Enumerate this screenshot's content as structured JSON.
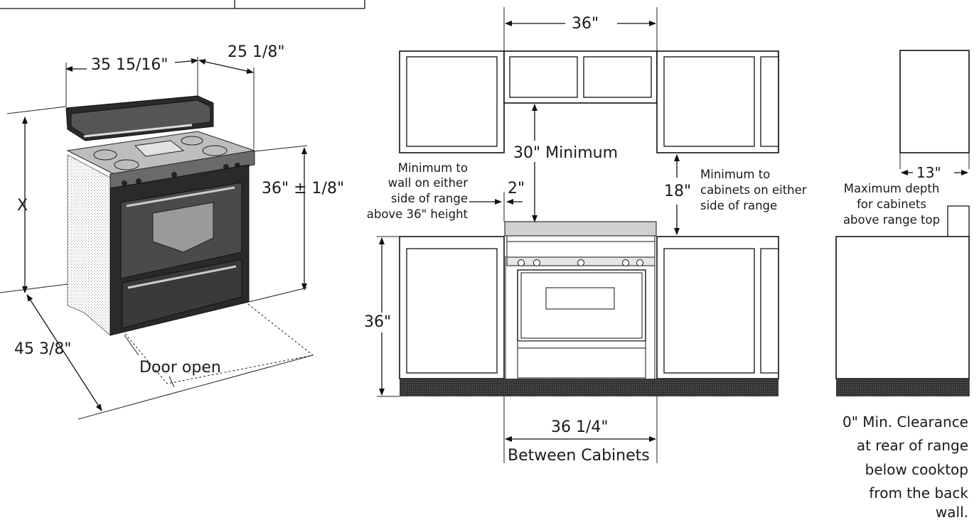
{
  "left_range": {
    "width_label": "35 15/16\"",
    "depth_label": "25 1/8\"",
    "height_label": "X",
    "counter_height_label": "36\" ± 1/8\"",
    "door_depth_label": "45 3/8\"",
    "door_open_label": "Door open"
  },
  "front_view": {
    "top_width_label": "36\"",
    "min_clearance_label": "30\" Minimum",
    "wall_note_lines": [
      "Minimum to",
      "wall on either",
      "side of range",
      "above 36\" height"
    ],
    "side_gap_label": "2\"",
    "side_clearance_label": "18\"",
    "cabinet_note_lines": [
      "Minimum to",
      "cabinets on either",
      "side of range"
    ],
    "base_height_label": "36\"",
    "between_width_label": "36 1/4\"",
    "between_caption": "Between Cabinets"
  },
  "side_view": {
    "depth_label": "13\"",
    "depth_note_lines": [
      "Maximum depth",
      "for cabinets",
      "above range top"
    ],
    "rear_note_lines": [
      "0\" Min. Clearance",
      "at rear of range",
      "below cooktop",
      "from the back",
      "wall."
    ]
  },
  "colors": {
    "ink": "#111111",
    "dark_fill": "#2a2a2a",
    "gray_fill": "#bdbdbd"
  }
}
